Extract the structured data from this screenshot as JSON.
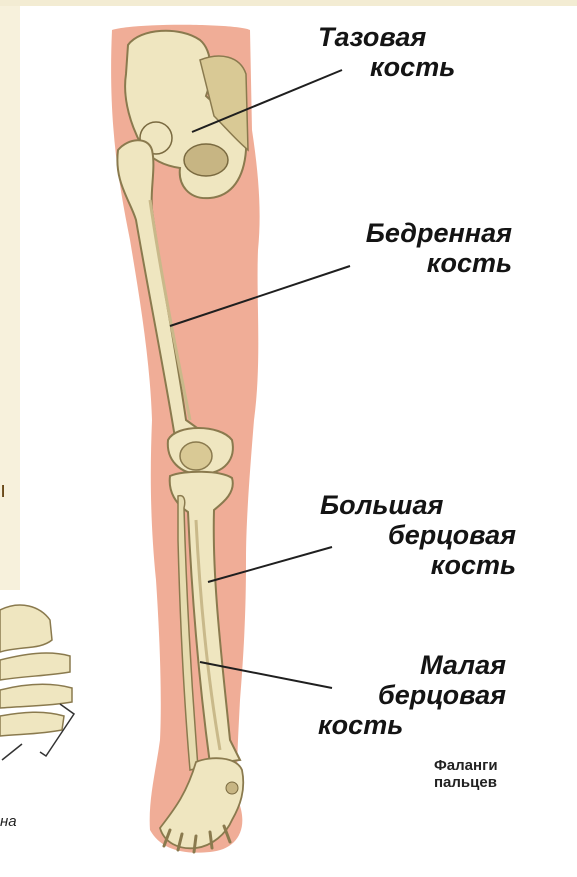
{
  "labels": {
    "pelvis": [
      "Тазовая",
      "кость"
    ],
    "femur": [
      "Бедренная",
      "кость"
    ],
    "tibia": [
      "Большая",
      "берцовая",
      "кость"
    ],
    "fibula": [
      "Малая",
      "берцовая",
      "кость"
    ],
    "phalanges": [
      "Фаланги",
      "пальцев"
    ],
    "fragment_left": "на",
    "fragment_top": "ı"
  },
  "colors": {
    "skin": "#eea48c",
    "bone": "#efe6c0",
    "bone_shade": "#c9b98a",
    "panel_bg": "#f7f1dc"
  }
}
